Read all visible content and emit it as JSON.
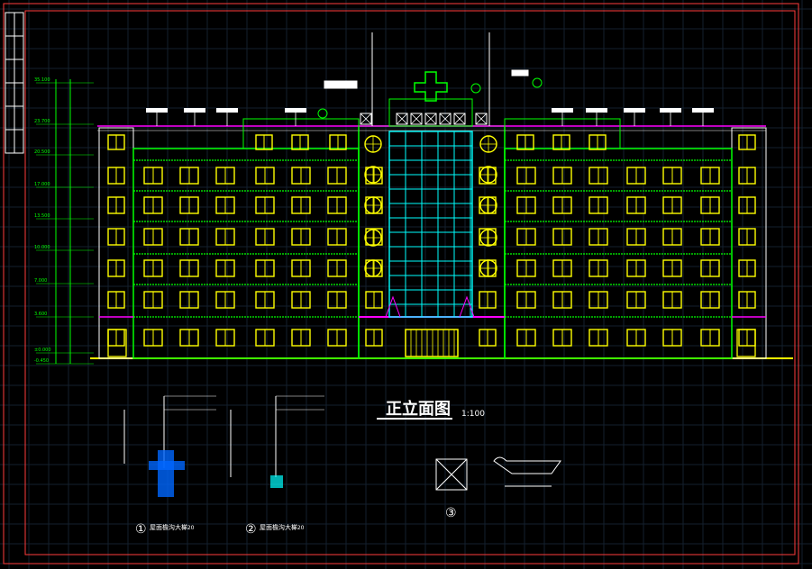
{
  "drawing": {
    "title": "正立面图",
    "scale": "1:100",
    "detail_1_title": "屋面檐沟大样",
    "detail_1_scale": "1:20",
    "detail_2_title": "屋面檐沟大样",
    "detail_2_scale": "1:20",
    "detail_1_marker": "①",
    "detail_2_marker": "②",
    "detail_3_marker": "③",
    "levels": [
      "35.100",
      "23.700",
      "20.500",
      "17.000",
      "13.500",
      "10.000",
      "7.000",
      "3.600",
      "±0.000",
      "-0.450"
    ]
  },
  "colors": {
    "background": "#000000",
    "grid": "#1c2a3a",
    "frame": "#ff3b3b",
    "green": "#00ff00",
    "yellow": "#ffff00",
    "magenta": "#ff00ff",
    "cyan": "#00ffff",
    "white": "#ffffff"
  }
}
